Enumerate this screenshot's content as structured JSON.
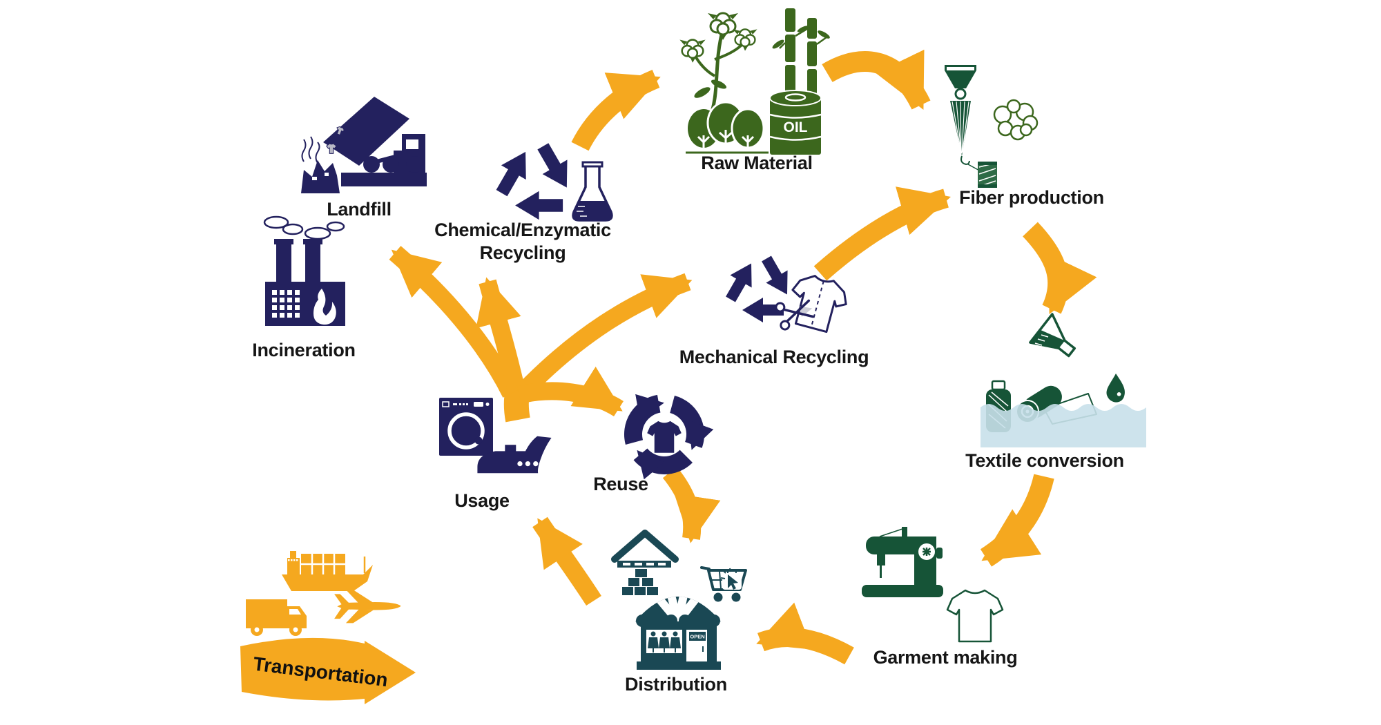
{
  "colors": {
    "navy": "#23215E",
    "teal": "#1A4854",
    "dgreen": "#165437",
    "olive": "#3C671D",
    "yellow": "#F5A81F",
    "water": "#C8E0EA",
    "label": "#161616"
  },
  "stages": {
    "raw_material": {
      "label": "Raw Material",
      "oil_label": "OIL"
    },
    "fiber_production": {
      "label": "Fiber production"
    },
    "textile_conversion": {
      "label": "Textile conversion"
    },
    "garment_making": {
      "label": "Garment making"
    },
    "distribution": {
      "label": "Distribution",
      "open_label": "OPEN"
    },
    "usage": {
      "label": "Usage"
    },
    "reuse": {
      "label": "Reuse"
    },
    "mechanical_recycling": {
      "label": "Mechanical Recycling"
    },
    "chemical_recycling": {
      "label_line1": "Chemical/Enzymatic",
      "label_line2": "Recycling"
    },
    "landfill": {
      "label": "Landfill"
    },
    "incineration": {
      "label": "Incineration"
    },
    "transportation": {
      "label": "Transportation"
    }
  },
  "flows": [
    {
      "from": "Raw Material",
      "to": "Fiber production"
    },
    {
      "from": "Fiber production",
      "to": "Textile conversion"
    },
    {
      "from": "Textile conversion",
      "to": "Garment making"
    },
    {
      "from": "Garment making",
      "to": "Distribution"
    },
    {
      "from": "Distribution",
      "to": "Usage"
    },
    {
      "from": "Usage",
      "to": "Reuse"
    },
    {
      "from": "Reuse",
      "to": "Distribution"
    },
    {
      "from": "Usage",
      "to": "Landfill"
    },
    {
      "from": "Usage",
      "to": "Chemical/Enzymatic Recycling"
    },
    {
      "from": "Usage",
      "to": "Mechanical Recycling"
    },
    {
      "from": "Chemical/Enzymatic Recycling",
      "to": "Raw Material"
    },
    {
      "from": "Mechanical Recycling",
      "to": "Fiber production"
    }
  ]
}
